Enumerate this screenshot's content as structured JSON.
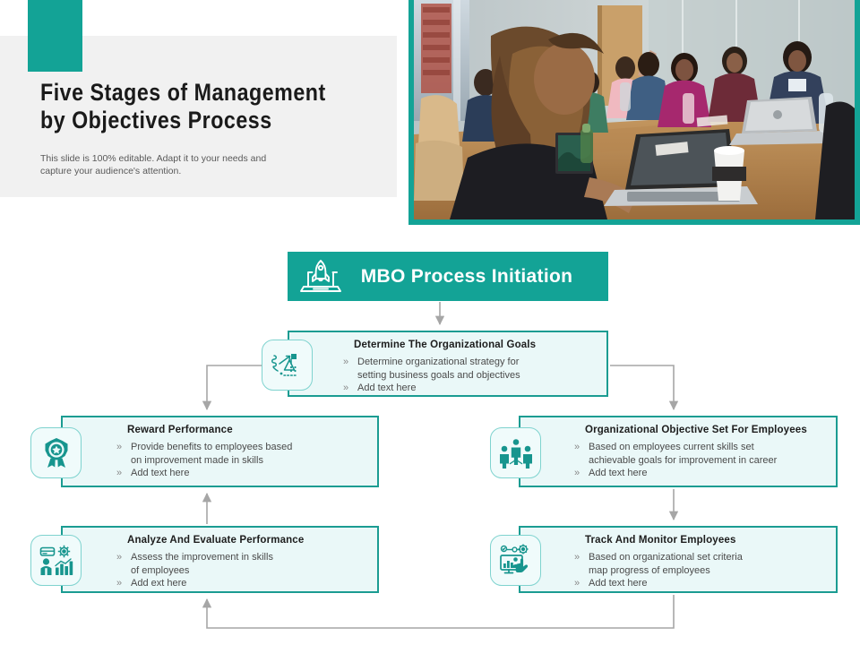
{
  "slide": {
    "title": "Five Stages of Management\nby Objectives Process",
    "subtitle": "This slide is 100% editable. Adapt it to your needs and\ncapture your audience's attention.",
    "accent_color": "#13a396",
    "box_border_color": "#1b9c92",
    "box_fill_color": "#eaf8f8",
    "connector_color": "#a6a6a6"
  },
  "photo": {
    "alt": "Business team meeting around a conference table with laptops",
    "border_color": "#13a396"
  },
  "flow_header": {
    "label": "MBO Process Initiation",
    "icon": "rocket-laptop-icon"
  },
  "stages": [
    {
      "id": "determine",
      "icon": "strategy-path-flag-icon",
      "title": "Determine The Organizational Goals",
      "bullets": [
        "Determine organizational strategy for\nsetting business goals and objectives",
        "Add text here"
      ]
    },
    {
      "id": "objective",
      "icon": "three-people-icon",
      "title": "Organizational Objective Set For Employees",
      "bullets": [
        "Based on employees current skills set\nachievable goals for improvement in career",
        "Add text here"
      ]
    },
    {
      "id": "track",
      "icon": "monitor-gear-hand-icon",
      "title": "Track And Monitor Employees",
      "bullets": [
        "Based on organizational set criteria\nmap progress of employees",
        "Add text here"
      ]
    },
    {
      "id": "analyze",
      "icon": "person-bar-chart-gear-icon",
      "title": "Analyze And Evaluate Performance",
      "bullets": [
        "Assess the improvement in skills\nof employees",
        "Add ext here"
      ]
    },
    {
      "id": "reward",
      "icon": "award-medal-icon",
      "title": "Reward Performance",
      "bullets": [
        "Provide benefits to employees based\non improvement made in skills",
        "Add text here"
      ]
    }
  ],
  "bullet_glyph": "»"
}
